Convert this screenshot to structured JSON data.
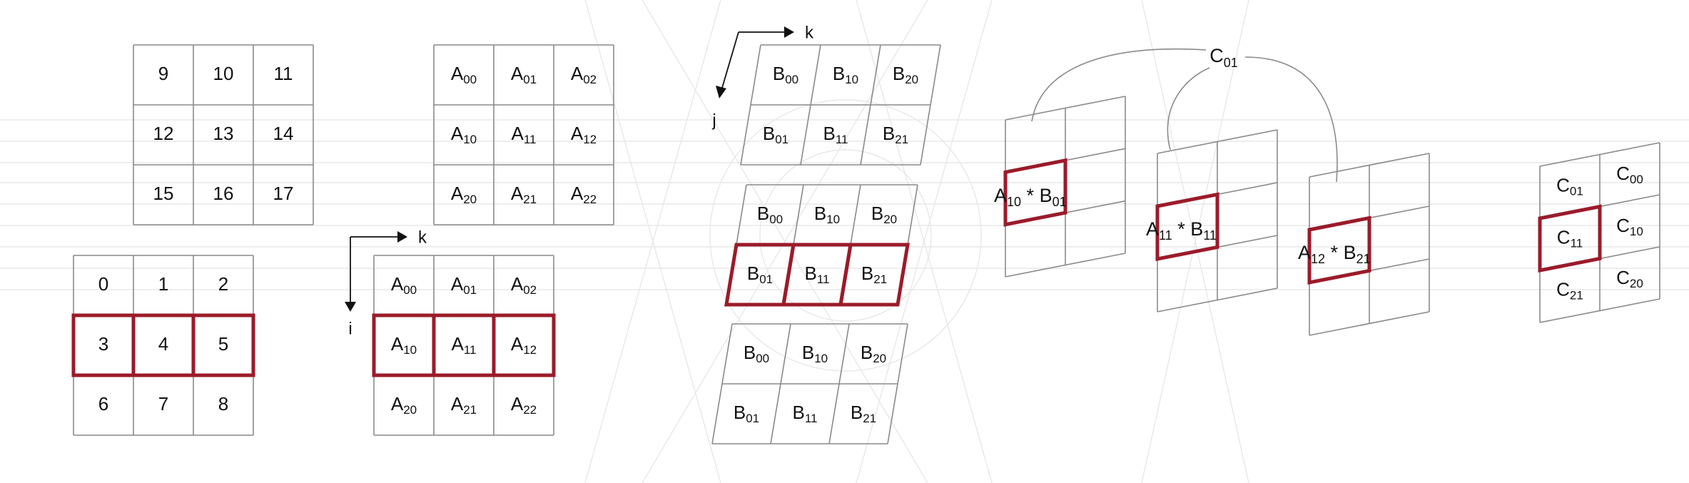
{
  "colors": {
    "highlight": "#9b1b2a",
    "grid": "#8a8a8a",
    "text": "#111111",
    "background_pattern": "#e8e8e8"
  },
  "index_grid_top": {
    "rows": [
      [
        "9",
        "10",
        "11"
      ],
      [
        "12",
        "13",
        "14"
      ],
      [
        "15",
        "16",
        "17"
      ]
    ]
  },
  "index_grid_bottom": {
    "rows": [
      [
        "0",
        "1",
        "2"
      ],
      [
        "3",
        "4",
        "5"
      ],
      [
        "6",
        "7",
        "8"
      ]
    ],
    "highlighted_row": 1
  },
  "matrix_a_top": {
    "rows": [
      [
        {
          "b": "A",
          "s": "00"
        },
        {
          "b": "A",
          "s": "01"
        },
        {
          "b": "A",
          "s": "02"
        }
      ],
      [
        {
          "b": "A",
          "s": "10"
        },
        {
          "b": "A",
          "s": "11"
        },
        {
          "b": "A",
          "s": "12"
        }
      ],
      [
        {
          "b": "A",
          "s": "20"
        },
        {
          "b": "A",
          "s": "21"
        },
        {
          "b": "A",
          "s": "22"
        }
      ]
    ]
  },
  "matrix_a_bottom": {
    "rows": [
      [
        {
          "b": "A",
          "s": "00"
        },
        {
          "b": "A",
          "s": "01"
        },
        {
          "b": "A",
          "s": "02"
        }
      ],
      [
        {
          "b": "A",
          "s": "10"
        },
        {
          "b": "A",
          "s": "11"
        },
        {
          "b": "A",
          "s": "12"
        }
      ],
      [
        {
          "b": "A",
          "s": "20"
        },
        {
          "b": "A",
          "s": "21"
        },
        {
          "b": "A",
          "s": "22"
        }
      ]
    ],
    "highlighted_row": 1,
    "axis_k": "k",
    "axis_i": "i"
  },
  "matrix_b_top": {
    "rows": [
      [
        {
          "b": "B",
          "s": "00"
        },
        {
          "b": "B",
          "s": "10"
        },
        {
          "b": "B",
          "s": "20"
        }
      ],
      [
        {
          "b": "B",
          "s": "01"
        },
        {
          "b": "B",
          "s": "11"
        },
        {
          "b": "B",
          "s": "21"
        }
      ]
    ],
    "axis_k": "k",
    "axis_j": "j"
  },
  "matrix_b_middle": {
    "rows": [
      [
        {
          "b": "B",
          "s": "00"
        },
        {
          "b": "B",
          "s": "10"
        },
        {
          "b": "B",
          "s": "20"
        }
      ],
      [
        {
          "b": "B",
          "s": "01"
        },
        {
          "b": "B",
          "s": "11"
        },
        {
          "b": "B",
          "s": "21"
        }
      ]
    ],
    "highlighted_row": 1
  },
  "matrix_b_bottom": {
    "rows": [
      [
        {
          "b": "B",
          "s": "00"
        },
        {
          "b": "B",
          "s": "10"
        },
        {
          "b": "B",
          "s": "20"
        }
      ],
      [
        {
          "b": "B",
          "s": "01"
        },
        {
          "b": "B",
          "s": "11"
        },
        {
          "b": "B",
          "s": "21"
        }
      ]
    ]
  },
  "products": [
    {
      "a": {
        "b": "A",
        "s": "10"
      },
      "op": "*",
      "bm": {
        "b": "B",
        "s": "01"
      }
    },
    {
      "a": {
        "b": "A",
        "s": "11"
      },
      "op": "*",
      "bm": {
        "b": "B",
        "s": "11"
      }
    },
    {
      "a": {
        "b": "A",
        "s": "12"
      },
      "op": "*",
      "bm": {
        "b": "B",
        "s": "21"
      }
    }
  ],
  "sum_label": {
    "b": "C",
    "s": "01"
  },
  "matrix_c": {
    "rows": [
      [
        {
          "b": "C",
          "s": "01"
        },
        {
          "b": "C",
          "s": "00"
        }
      ],
      [
        {
          "b": "C",
          "s": "11"
        },
        {
          "b": "C",
          "s": "10"
        }
      ],
      [
        {
          "b": "C",
          "s": "21"
        },
        {
          "b": "C",
          "s": "20"
        }
      ]
    ],
    "highlighted_cell": [
      1,
      0
    ]
  }
}
